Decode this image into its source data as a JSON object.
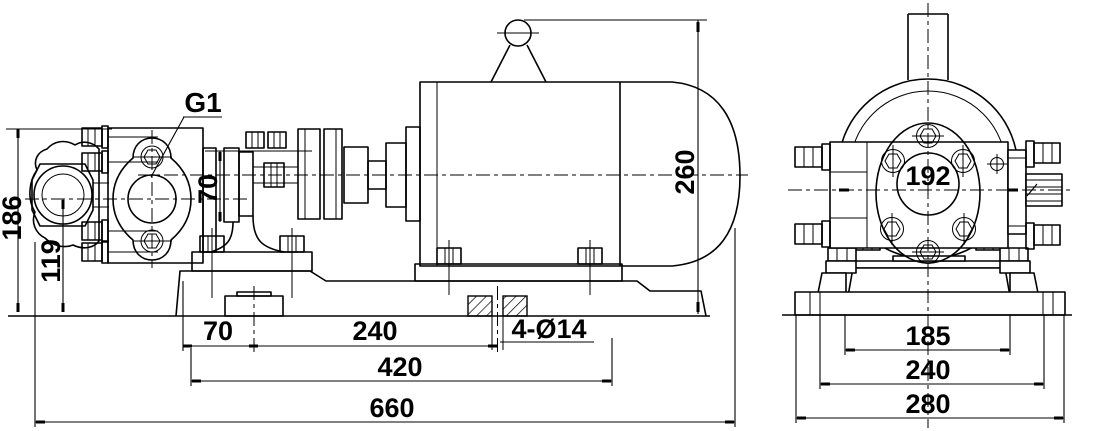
{
  "drawing": {
    "side": {
      "port_label": "G1",
      "dims": {
        "overall_height": "186",
        "inlet_height": "119",
        "flange_offset": "70",
        "motor_height": "260",
        "foot_offset": "70",
        "hole_pitch": "240",
        "holes": "4-Ø14",
        "base_length": "420",
        "overall_length": "660"
      }
    },
    "end": {
      "dims": {
        "body_width": "192",
        "foot_pitch": "185",
        "base_width": "240",
        "overall_width": "280"
      }
    }
  }
}
